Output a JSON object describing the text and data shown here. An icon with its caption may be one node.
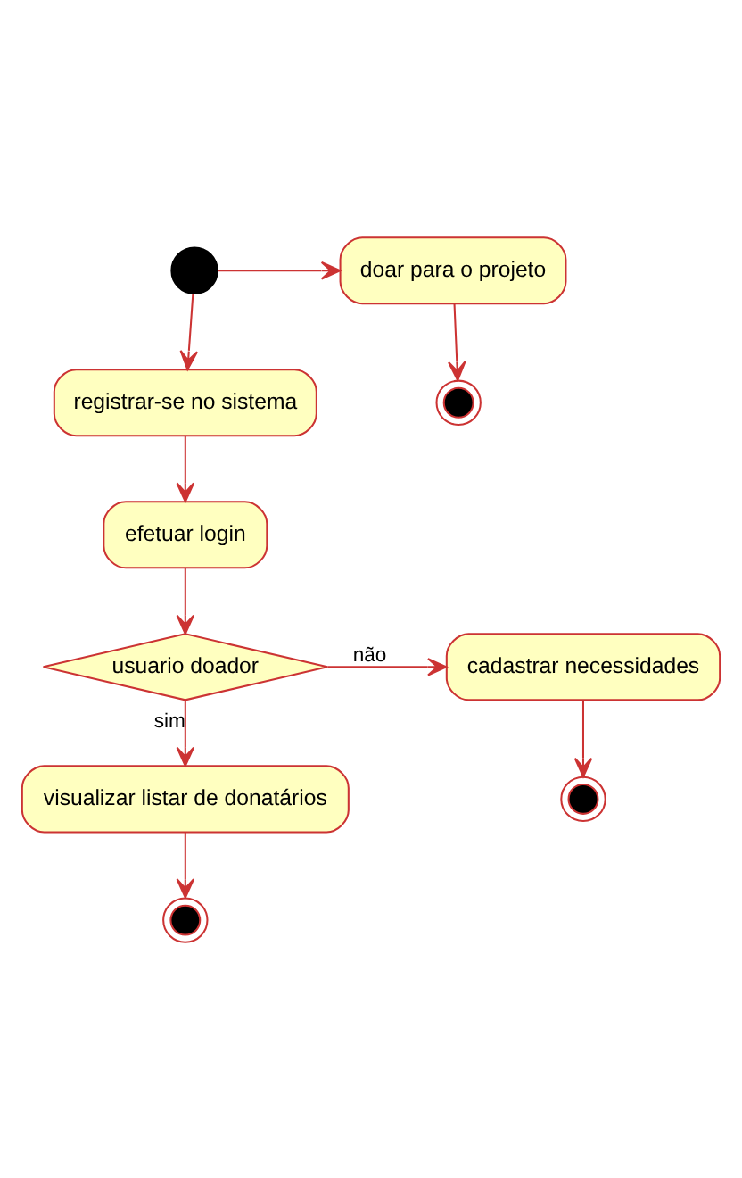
{
  "diagram": {
    "nodes": [
      {
        "text": [],
        "shape": "circle"
      },
      {
        "text": [
          "doar para o projeto"
        ]
      },
      {
        "text": [],
        "shape": "circle"
      },
      {
        "text": [
          "registrar-se no sistema"
        ]
      },
      {
        "text": [
          "efetuar login"
        ]
      },
      {
        "text": [
          "usuario doador"
        ]
      },
      {
        "text": [
          "cadastrar necessidades"
        ]
      },
      {
        "text": [],
        "shape": "circle"
      },
      {
        "text": [
          "visualizar listar de donatários"
        ]
      },
      {
        "text": [],
        "shape": "circle"
      }
    ],
    "edges": [
      {
        "from": 0,
        "to": 1,
        "arrow": "to"
      },
      {
        "from": 1,
        "to": 2,
        "arrow": "to"
      },
      {
        "from": 0,
        "to": 3,
        "arrow": "to"
      },
      {
        "from": 3,
        "to": 4,
        "arrow": "to"
      },
      {
        "from": 4,
        "to": 5,
        "arrow": "to"
      },
      {
        "from": 5,
        "to": 6,
        "arrow": "to",
        "label": "não"
      },
      {
        "from": 6,
        "to": 7,
        "arrow": "to"
      },
      {
        "from": 5,
        "to": 8,
        "arrow": "to",
        "label": "sim"
      },
      {
        "from": 8,
        "to": 9,
        "arrow": "to"
      }
    ]
  }
}
